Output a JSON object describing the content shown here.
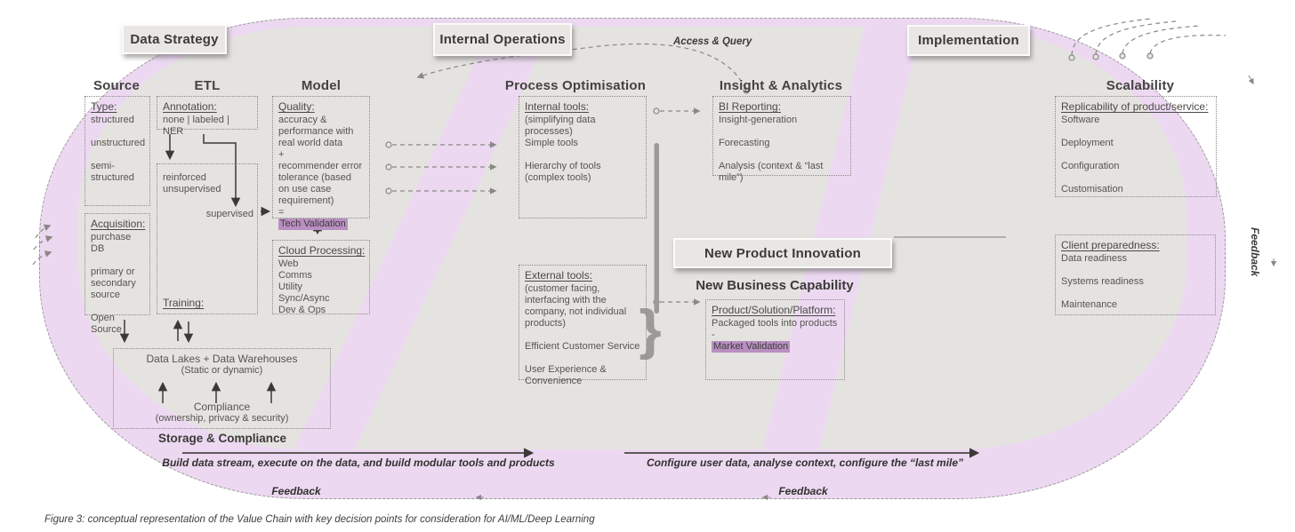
{
  "figure_caption": "Figure 3: conceptual representation of the Value Chain with key decision points for consideration for AI/ML/Deep Learning",
  "colors": {
    "band_pink": "#ecd9f1",
    "interior_grey": "#e5e3e0",
    "highlight_purple": "#b98fc2"
  },
  "stage_tiles": {
    "data_strategy": "Data Strategy",
    "internal_operations": "Internal Operations",
    "implementation": "Implementation",
    "new_product_innovation": "New Product Innovation"
  },
  "column_headers": {
    "source": "Source",
    "etl": "ETL",
    "model": "Model",
    "process_optimisation": "Process Optimisation",
    "insight_analytics": "Insight & Analytics",
    "scalability": "Scalability"
  },
  "labels": {
    "access_query": "Access & Query",
    "new_business_capability": "New Business Capability",
    "storage_compliance": "Storage & Compliance",
    "build_stream": "Build data stream, execute on the data, and build modular tools and products",
    "configure_user": "Configure user data, analyse context, configure the “last mile”",
    "feedback_bottom_left": "Feedback",
    "feedback_bottom_right": "Feedback",
    "feedback_side": "Feedback",
    "supervised": "supervised",
    "brace": "}"
  },
  "boxes": {
    "type": {
      "title": "Type:",
      "lines": [
        "structured",
        "",
        "unstructured",
        "",
        "semi-structured"
      ]
    },
    "acquisition": {
      "title": "Acquisition:",
      "lines": [
        "purchase DB",
        "",
        "primary or",
        "secondary",
        "source",
        "",
        "Open Source"
      ]
    },
    "annotation": {
      "title": "Annotation:",
      "lines": [
        "none | labeled | NER"
      ]
    },
    "training": {
      "title": "Training:",
      "lines": [
        "reinforced",
        "unsupervised"
      ]
    },
    "quality": {
      "title": "Quality:",
      "lines": [
        "accuracy & performance with real world data",
        "+",
        "recommender error tolerance (based on use case requirement)",
        "="
      ],
      "highlight": "Tech Validation"
    },
    "cloud": {
      "title": "Cloud Processing:",
      "lines": [
        "Web",
        "Comms",
        "Utility",
        "Sync/Async",
        "Dev & Ops"
      ]
    },
    "internal_tools": {
      "title": "Internal tools:",
      "lines": [
        "(simplifying data processes)",
        "Simple tools",
        "",
        "Hierarchy of tools (complex tools)"
      ]
    },
    "external_tools": {
      "title": "External tools:",
      "lines": [
        "(customer facing, interfacing with the company, not individual products)",
        "",
        "Efficient Customer Service",
        "",
        "User Experience & Convenience"
      ]
    },
    "bi_reporting": {
      "title": "BI Reporting:",
      "lines": [
        "Insight-generation",
        "",
        "Forecasting",
        "",
        "Analysis (context & “last mile”)"
      ]
    },
    "product": {
      "title": "Product/Solution/Platform:",
      "lines": [
        "Packaged tools into products -"
      ],
      "highlight": "Market Validation"
    },
    "replicability": {
      "title": "Replicability of product/service:",
      "lines": [
        "Software",
        "",
        "Deployment",
        "",
        "Configuration",
        "",
        "Customisation"
      ]
    },
    "client_preparedness": {
      "title": "Client preparedness:",
      "lines": [
        "Data readiness",
        "",
        "Systems readiness",
        "",
        "Maintenance"
      ]
    },
    "data_lakes": {
      "line1": "Data Lakes + Data Warehouses",
      "line2": "(Static or dynamic)",
      "line3": "Compliance",
      "line4": "(ownership, privacy & security)"
    }
  }
}
